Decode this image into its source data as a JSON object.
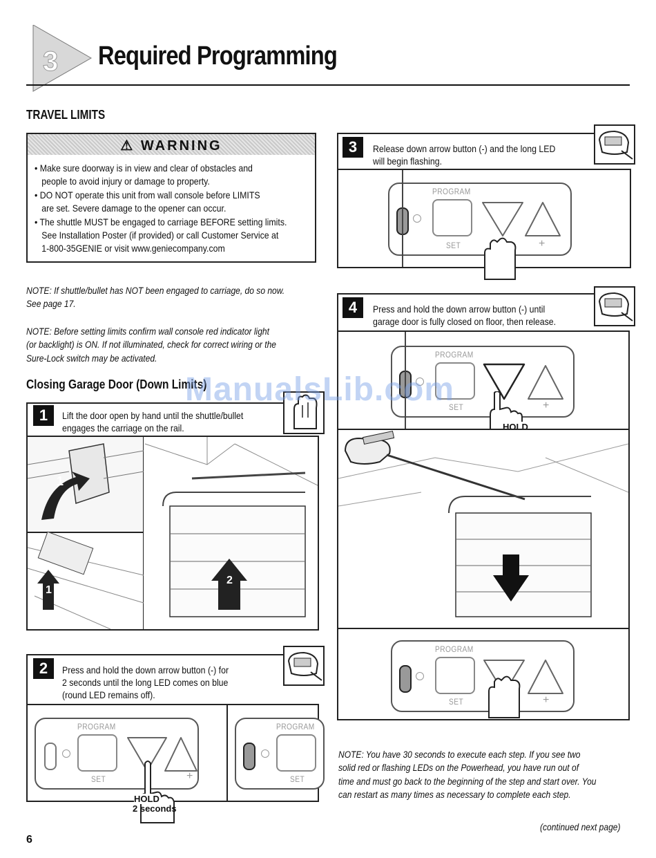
{
  "header": {
    "section_number": "3",
    "title": "Required Programming"
  },
  "travel_limits": {
    "heading": "TRAVEL LIMITS",
    "warning": {
      "title": "WARNING",
      "lines": [
        "• Make sure doorway is in view and clear of obstacles and",
        "   people to avoid injury or damage to property.",
        "• DO NOT operate this unit from wall console before LIMITS",
        "   are set. Severe damage to the opener can occur.",
        "• The shuttle MUST be engaged to carriage BEFORE setting limits.",
        "   See Installation Poster (if provided) or call Customer Service at",
        "   1-800-35GENIE or visit www.geniecompany.com"
      ]
    },
    "note1": [
      "NOTE: If shuttle/bullet has NOT been engaged to carriage, do so now.",
      "See page 17."
    ],
    "note2": [
      "NOTE: Before setting limits confirm wall console red indicator light",
      "(or backlight) is ON. If not illuminated, check for correct wiring or the",
      "Sure-Lock switch may be activated."
    ]
  },
  "closing": {
    "heading": "Closing Garage Door (Down Limits)"
  },
  "steps": {
    "s1": {
      "num": "1",
      "lines": [
        "Lift the door open by hand until the shuttle/bullet",
        "engages the carriage on the rail."
      ],
      "callout1": "1",
      "callout2": "2"
    },
    "s2": {
      "num": "2",
      "lines": [
        "Press and hold the down arrow button (-) for",
        "2 seconds until the long LED comes on blue",
        "(round LED remains off)."
      ],
      "hold": "HOLD",
      "hold_time": "2 seconds"
    },
    "s3": {
      "num": "3",
      "lines": [
        "Release down arrow button (-) and the long LED",
        "will begin flashing."
      ]
    },
    "s4": {
      "num": "4",
      "lines": [
        "Press and hold the down arrow button (-) until",
        "garage door is fully closed on floor, then release."
      ],
      "hold": "HOLD"
    }
  },
  "console": {
    "program": "PROGRAM",
    "set": "SET",
    "plus": "+"
  },
  "note3": [
    "NOTE: You have 30 seconds to execute each step. If you see two",
    "solid red or flashing LEDs on the Powerhead, you have run out of",
    "time and must go back to the beginning of the step and start over. You",
    "can restart as many times as necessary to complete each step."
  ],
  "footer": {
    "page_number": "6",
    "continued": "(continued next page)"
  },
  "watermark": "ManualsLib.com"
}
